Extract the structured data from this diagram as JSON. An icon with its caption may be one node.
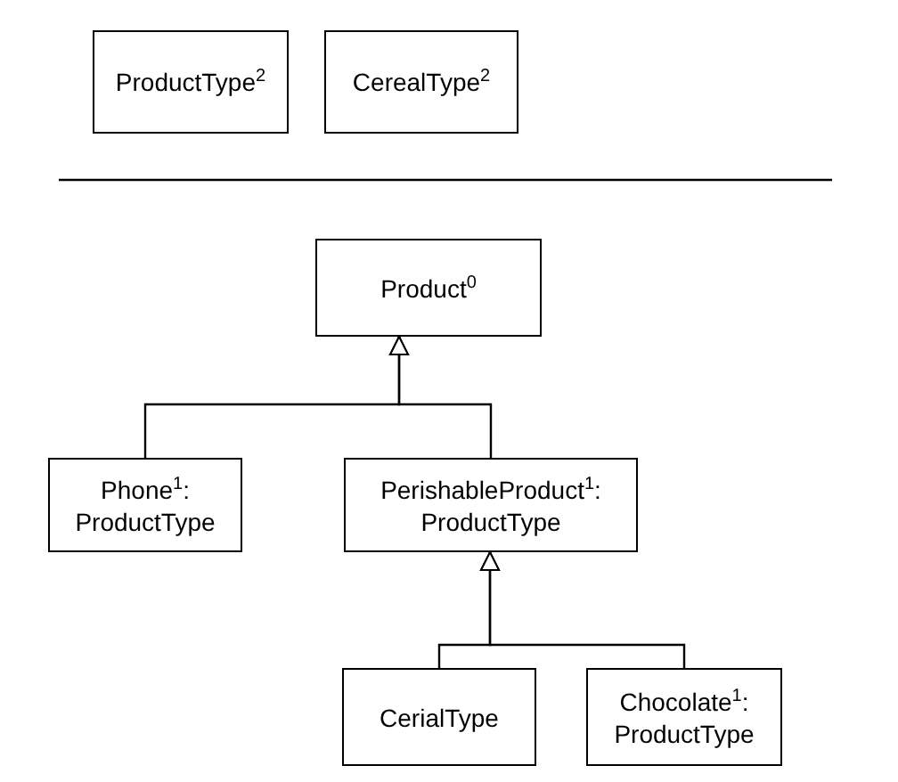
{
  "diagram": {
    "nodes": [
      {
        "text": [
          "ProductType$^{2}$"
        ]
      },
      {
        "text": [
          "CerealType$^{2}$"
        ]
      },
      {
        "text": [
          "Product$^{0}$"
        ]
      },
      {
        "text": [
          "Phone$^{1}$: ProductType"
        ]
      },
      {
        "text": [
          "PerishableProduct$^{1}$: ProductType"
        ]
      },
      {
        "text": [
          "CerialType"
        ]
      },
      {
        "text": [
          "Chocolate$^{1}$: ProductType"
        ]
      }
    ],
    "edges": [
      {
        "from": 3,
        "to": 2,
        "arrow": "to"
      },
      {
        "from": 4,
        "to": 2,
        "arrow": "to"
      },
      {
        "from": 5,
        "to": 4,
        "arrow": "to"
      },
      {
        "from": 6,
        "to": 4,
        "arrow": "to"
      }
    ]
  }
}
